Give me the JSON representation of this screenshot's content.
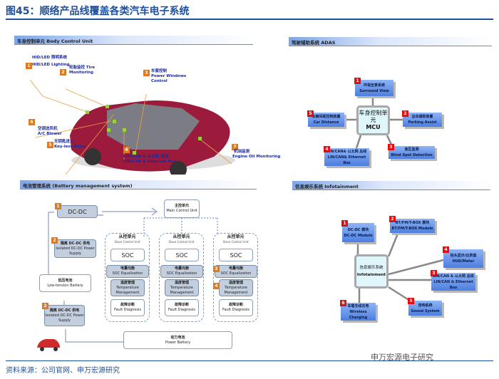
{
  "title": "图45：顺络产品线覆盖各类汽车电子系统",
  "source": "资料来源：公司官网、申万宏源研究",
  "watermark": "申万宏源电子研究",
  "colors": {
    "title": "#1e4f9c",
    "number_badge_body": "#e07a1e",
    "number_badge_adas": "#e01010",
    "box_blue": "#4d7fe0",
    "hub": "#dff6fb",
    "car": "#9c1a3c"
  },
  "body_control": {
    "header": "车身控制单元 Body Control Unit",
    "items": [
      {
        "n": "1",
        "cn": "HID/LED 照明系统",
        "en": "HID/LED Lighting"
      },
      {
        "n": "2",
        "cn": "轮胎监控 Tire",
        "en": "Monitoring"
      },
      {
        "n": "3",
        "cn": "车窗控制",
        "en": "Power Windows Control"
      },
      {
        "n": "4",
        "cn": "LIN/CAN & 以太网 总线",
        "en": "LIN/CAN & Ethernet Bus"
      },
      {
        "n": "5",
        "cn": "无钥匙进入",
        "en": "Key-less Entry"
      },
      {
        "n": "6",
        "cn": "空调送风机",
        "en": "A/C Blower"
      },
      {
        "n": "7",
        "cn": "机油监测",
        "en": "Engine Oil Monitoring"
      }
    ]
  },
  "adas": {
    "header": "驾驶辅助系统 ADAS",
    "hub_cn": "车身控制单元",
    "hub_en": "MCU",
    "items": [
      {
        "n": "1",
        "cn": "环视全景系统",
        "en": "Surround View"
      },
      {
        "n": "2",
        "cn": "泊车辅助装置",
        "en": "Parking Assist"
      },
      {
        "n": "3",
        "cn": "盲区监测",
        "en": "Blind Spot Detection"
      },
      {
        "n": "4",
        "cn": "LIN/CAN& 以太网 总线",
        "en": "LIN/CAN& Ethernet Bus"
      },
      {
        "n": "5",
        "cn": "车辆间距控制装置",
        "en": "Car Distance"
      }
    ]
  },
  "bms": {
    "header": "电池管理系统 (Battery management system)",
    "dcdc": {
      "n": "1",
      "label": "DC-DC"
    },
    "main": {
      "cn": "主控单元",
      "en": "Main Control Unit"
    },
    "iso1": {
      "n": "2",
      "cn": "隔离 DC-DC 供电",
      "en": "Isolated DC-DC Power Supply"
    },
    "iso2": {
      "n": "2",
      "cn": "隔离 DC-DC 供电",
      "en": "Isolated DC-DC Power Supply"
    },
    "low": {
      "cn": "低压电池",
      "en": "Low-tension Battery"
    },
    "power": {
      "cn": "动力电池",
      "en": "Power Battery"
    },
    "slave": {
      "cn": "从控单元",
      "en": "Slave Control Unit",
      "soc": "SOC",
      "eq_cn": "电量均衡",
      "eq_en": "SOC Equalization",
      "temp_cn": "温度管理",
      "temp_en": "Temperature Management",
      "fault_cn": "故障诊断",
      "fault_en": "Fault Diagnosis"
    },
    "badge3": "3",
    "badge4": "4"
  },
  "infotainment": {
    "header": "信息娱乐系统 Infotainment",
    "hub_cn": "信息娱乐系统",
    "hub_en": "Infotainment",
    "items": [
      {
        "n": "1",
        "cn": "DC-DC 模块",
        "en": "DC-DC Module"
      },
      {
        "n": "2",
        "cn": "BT/FM/T-BOX 模块",
        "en": "BT/FM/T-BOX Module"
      },
      {
        "n": "3",
        "cn": "LIN/CAN & 以太网 总线",
        "en": "LIN/CAN & Ethernet Bus"
      },
      {
        "n": "4",
        "cn": "抬头显示/仪表盘",
        "en": "HUD/Meter"
      },
      {
        "n": "5",
        "cn": "音响系统",
        "en": "Sound System"
      },
      {
        "n": "6",
        "cn": "车载无线充电",
        "en": "Wireless Charging"
      }
    ]
  }
}
